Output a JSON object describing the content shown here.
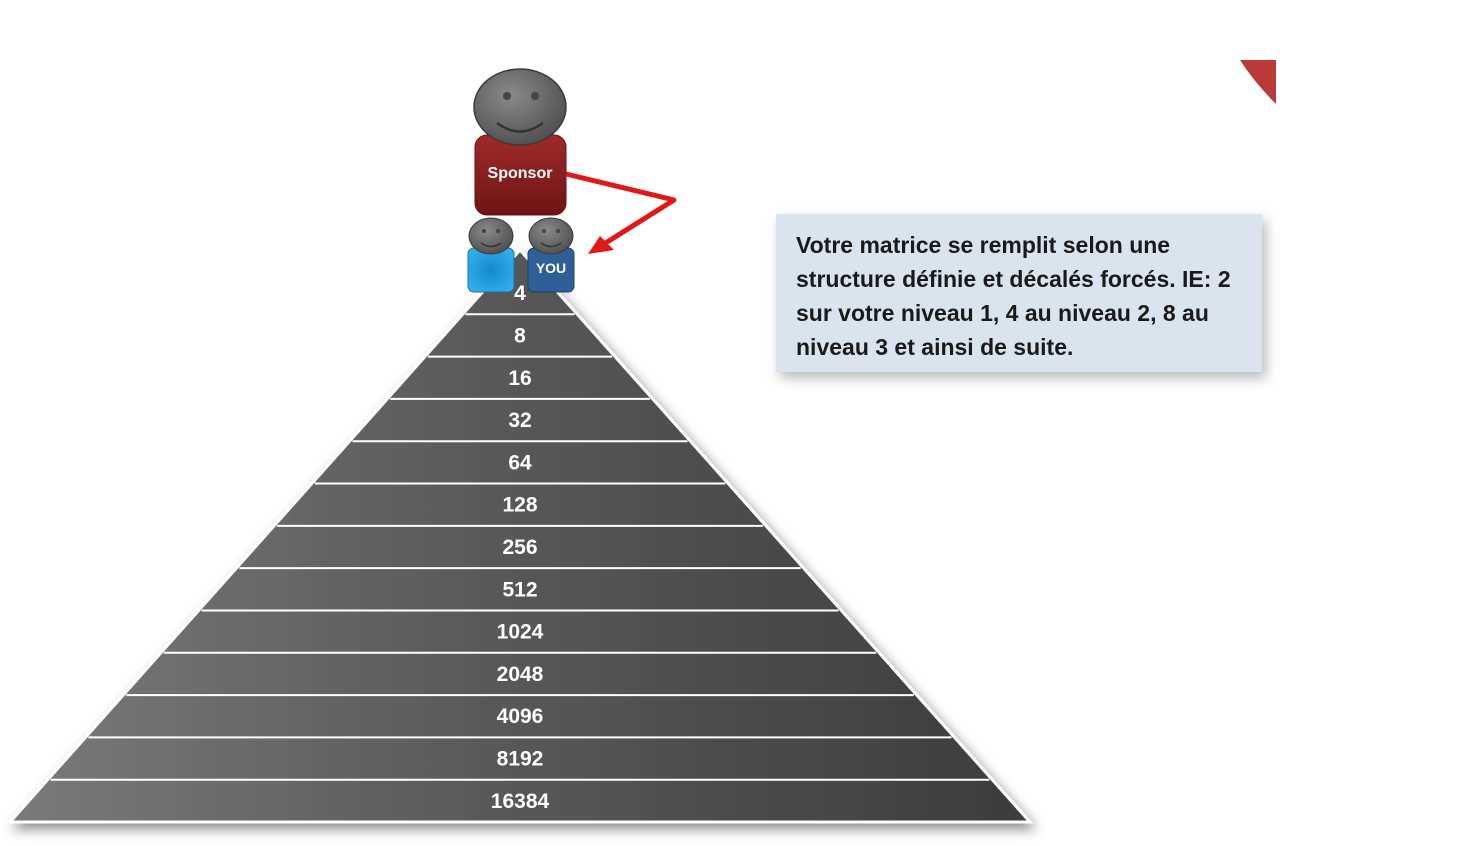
{
  "sponsor": {
    "label": "Sponsor"
  },
  "you": {
    "label": "YOU"
  },
  "levels": [
    "4",
    "8",
    "16",
    "32",
    "64",
    "128",
    "256",
    "512",
    "1024",
    "2048",
    "4096",
    "8192",
    "16384"
  ],
  "info": {
    "text": "Votre matrice se remplit selon une structure définie et décalés forcés. IE: 2 sur votre niveau 1, 4 au niveau 2, 8 au niveau 3 et ainsi de suite."
  },
  "colors": {
    "pyramid_light": "#7a7a7a",
    "pyramid_dark": "#3c3c3c",
    "sponsor_body": "#8e1e1e",
    "head": "#6e6e6e",
    "you_body": "#2f5f99",
    "child_body": "#1f9ee0",
    "arrow": "#e01818",
    "info_bg": "#dae4ef"
  }
}
